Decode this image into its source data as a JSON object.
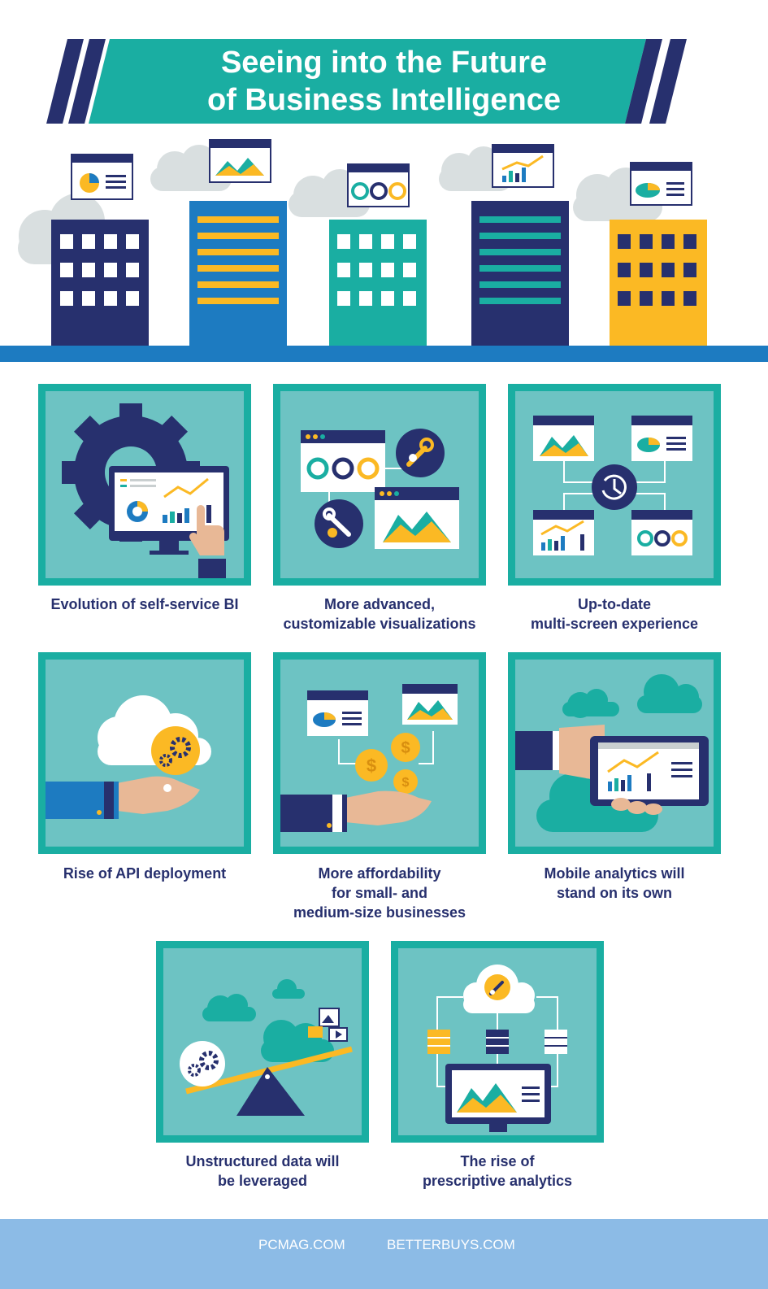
{
  "title": {
    "line1": "Seeing into the Future",
    "line2": "of Business Intelligence"
  },
  "colors": {
    "teal": "#1aaea2",
    "tile_bg": "#6dc3c3",
    "navy": "#27306e",
    "blue": "#1d7bc1",
    "yellow": "#fbb924",
    "footer": "#8cbbe6"
  },
  "tiles": [
    {
      "caption1": "Evolution of self-service BI",
      "caption2": ""
    },
    {
      "caption1": "More advanced,",
      "caption2": "customizable visualizations"
    },
    {
      "caption1": "Up-to-date",
      "caption2": "multi-screen experience"
    },
    {
      "caption1": "Rise of API deployment",
      "caption2": ""
    },
    {
      "caption1": "More affordability",
      "caption2": "for small- and",
      "caption3": "medium-size businesses"
    },
    {
      "caption1": "Mobile analytics will",
      "caption2": "stand on its own"
    },
    {
      "caption1": "Unstructured data will",
      "caption2": "be leveraged"
    },
    {
      "caption1": "The rise of",
      "caption2": "prescriptive analytics"
    }
  ],
  "footer": {
    "left": "PCMAG.COM",
    "right": "BETTERBUYS.COM"
  },
  "icons": [
    "gear-icon",
    "monitor-icon",
    "wrench-icon",
    "clock-icon",
    "cloud-icon",
    "coin-icon",
    "hand-icon",
    "tablet-icon",
    "seesaw-icon",
    "server-icon"
  ]
}
